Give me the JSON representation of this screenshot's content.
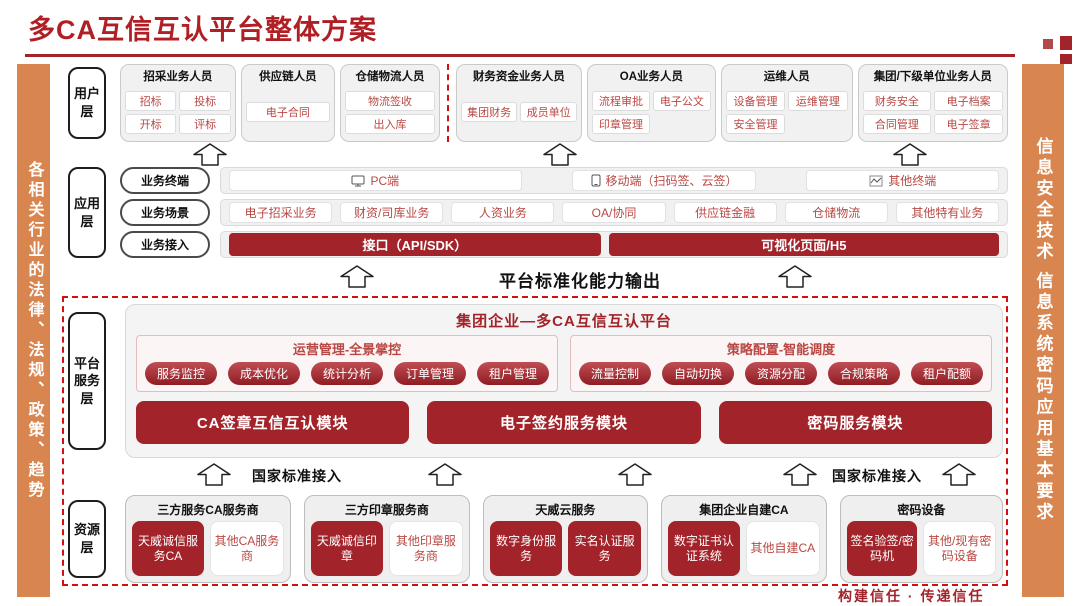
{
  "page": {
    "title": "多CA互信互认平台整体方案",
    "footer": "构建信任 · 传递信任"
  },
  "banners": {
    "left": "各相关行业的法律、法规、政策、趋势",
    "right": "信息安全技术 信息系统密码应用基本要求"
  },
  "colors": {
    "accent_dark_red": "#A2232A",
    "title_red": "#B01F24",
    "orange": "#D8854F",
    "chip_text_red": "#B94743",
    "dashed_red": "#D01010"
  },
  "user_layer": {
    "label": "用户层",
    "groups": [
      {
        "title": "招采业务人员",
        "items": [
          "招标",
          "投标",
          "开标",
          "评标"
        ]
      },
      {
        "title": "供应链人员",
        "items": [
          "电子合同"
        ]
      },
      {
        "title": "仓储物流人员",
        "items": [
          "物流签收",
          "出入库"
        ]
      },
      {
        "title": "财务资金业务人员",
        "items": [
          "集团财务",
          "成员单位"
        ]
      },
      {
        "title": "OA业务人员",
        "items": [
          "流程审批",
          "电子公文",
          "印章管理"
        ]
      },
      {
        "title": "运维人员",
        "items": [
          "设备管理",
          "运维管理",
          "安全管理"
        ]
      },
      {
        "title": "集团/下级单位业务人员",
        "items": [
          "财务安全",
          "电子档案",
          "合同管理",
          "电子签章"
        ]
      }
    ]
  },
  "app_layer": {
    "label": "应用层",
    "terminal_row": {
      "label": "业务终端",
      "items": [
        {
          "icon": "pc-icon",
          "text": "PC端"
        },
        {
          "icon": "mobile-icon",
          "text": "移动端（扫码签、云签）"
        },
        {
          "icon": "chart-icon",
          "text": "其他终端"
        }
      ]
    },
    "scene_row": {
      "label": "业务场景",
      "items": [
        "电子招采业务",
        "财资/司库业务",
        "人资业务",
        "OA/协同",
        "供应链金融",
        "仓储物流",
        "其他特有业务"
      ]
    },
    "access_row": {
      "label": "业务接入",
      "items": [
        "接口（API/SDK）",
        "可视化页面/H5"
      ]
    }
  },
  "capability_banner": "平台标准化能力输出",
  "platform_layer": {
    "label": "平台服务层",
    "title": "集团企业—多CA互信互认平台",
    "panels": [
      {
        "title": "运营管理-全景掌控",
        "pills": [
          "服务监控",
          "成本优化",
          "统计分析",
          "订单管理",
          "租户管理"
        ]
      },
      {
        "title": "策略配置-智能调度",
        "pills": [
          "流量控制",
          "自动切换",
          "资源分配",
          "合规策略",
          "租户配额"
        ]
      }
    ],
    "modules": [
      "CA签章互信互认模块",
      "电子签约服务模块",
      "密码服务模块"
    ]
  },
  "standard_access_label": "国家标准接入",
  "resource_layer": {
    "label": "资源层",
    "groups": [
      {
        "title": "三方服务CA服务商",
        "items": [
          {
            "text": "天威诚信服务CA",
            "filled": true
          },
          {
            "text": "其他CA服务商",
            "filled": false
          }
        ]
      },
      {
        "title": "三方印章服务商",
        "items": [
          {
            "text": "天威诚信印章",
            "filled": true
          },
          {
            "text": "其他印章服务商",
            "filled": false
          }
        ]
      },
      {
        "title": "天威云服务",
        "items": [
          {
            "text": "数字身份服务",
            "filled": true
          },
          {
            "text": "实名认证服务",
            "filled": true
          }
        ]
      },
      {
        "title": "集团企业自建CA",
        "items": [
          {
            "text": "数字证书认证系统",
            "filled": true
          },
          {
            "text": "其他自建CA",
            "filled": false
          }
        ]
      },
      {
        "title": "密码设备",
        "items": [
          {
            "text": "签名验签/密码机",
            "filled": true
          },
          {
            "text": "其他/现有密码设备",
            "filled": false
          }
        ]
      }
    ]
  }
}
